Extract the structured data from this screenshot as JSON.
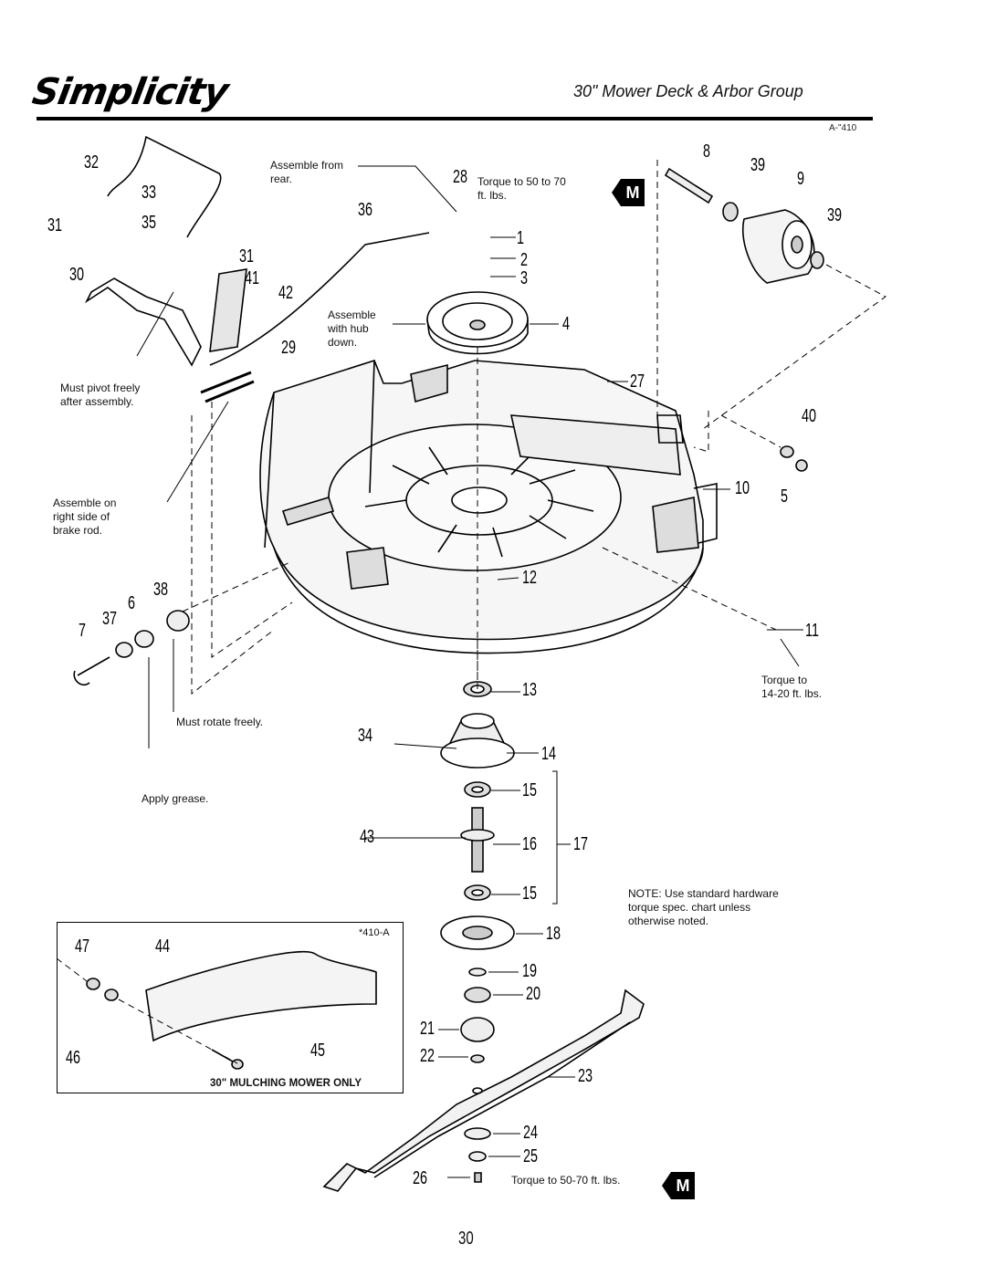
{
  "header": {
    "brand": "Simplicity",
    "title": "30\" Mower Deck & Arbor Group",
    "ref_code": "A-\"410"
  },
  "notes": {
    "assemble_from_rear": "Assemble from\nrear.",
    "torque_50_70": "Torque to 50 to 70\nft. lbs.",
    "assemble_hub_down": "Assemble\nwith hub\ndown.",
    "must_pivot": "Must pivot freely\nafter assembly.",
    "assemble_right_side": "Assemble on\nright side of\nbrake rod.",
    "must_rotate": "Must rotate freely.",
    "apply_grease": "Apply grease.",
    "torque_14_20": "Torque to\n14-20 ft. lbs.",
    "standard_hardware": "NOTE: Use standard hardware\ntorque spec. chart unless\notherwise noted.",
    "torque_blade": "Torque to 50-70 ft. lbs."
  },
  "badges": {
    "m_top": "M",
    "m_bottom": "M"
  },
  "inset": {
    "code": "*410-A",
    "label": "30\" MULCHING MOWER ONLY"
  },
  "callouts": {
    "p1": "1",
    "p2": "2",
    "p3": "3",
    "p4": "4",
    "p5": "5",
    "p6": "6",
    "p7": "7",
    "p8": "8",
    "p9": "9",
    "p10": "10",
    "p11": "11",
    "p12": "12",
    "p13": "13",
    "p14": "14",
    "p15a": "15",
    "p15b": "15",
    "p16": "16",
    "p17": "17",
    "p18": "18",
    "p19": "19",
    "p20": "20",
    "p21": "21",
    "p22": "22",
    "p23": "23",
    "p24": "24",
    "p25": "25",
    "p26": "26",
    "p27": "27",
    "p28": "28",
    "p29": "29",
    "p30": "30",
    "p31a": "31",
    "p31b": "31",
    "p32": "32",
    "p33": "33",
    "p34": "34",
    "p35": "35",
    "p36": "36",
    "p37": "37",
    "p38": "38",
    "p39a": "39",
    "p39b": "39",
    "p40": "40",
    "p41": "41",
    "p42": "42",
    "p43": "43",
    "p44": "44",
    "p45": "45",
    "p46": "46",
    "p47": "47"
  },
  "page_number": "30"
}
